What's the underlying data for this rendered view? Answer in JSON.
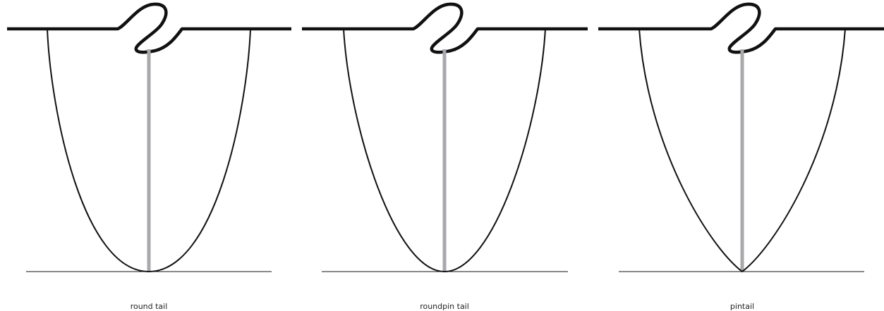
{
  "tail_shapes": [
    {
      "caption": "round tail"
    },
    {
      "caption": "roundpin tail"
    },
    {
      "caption": "pintail"
    }
  ],
  "colors": {
    "outline": "#111111",
    "centerline": "#a7a9ac",
    "background": "#ffffff"
  }
}
